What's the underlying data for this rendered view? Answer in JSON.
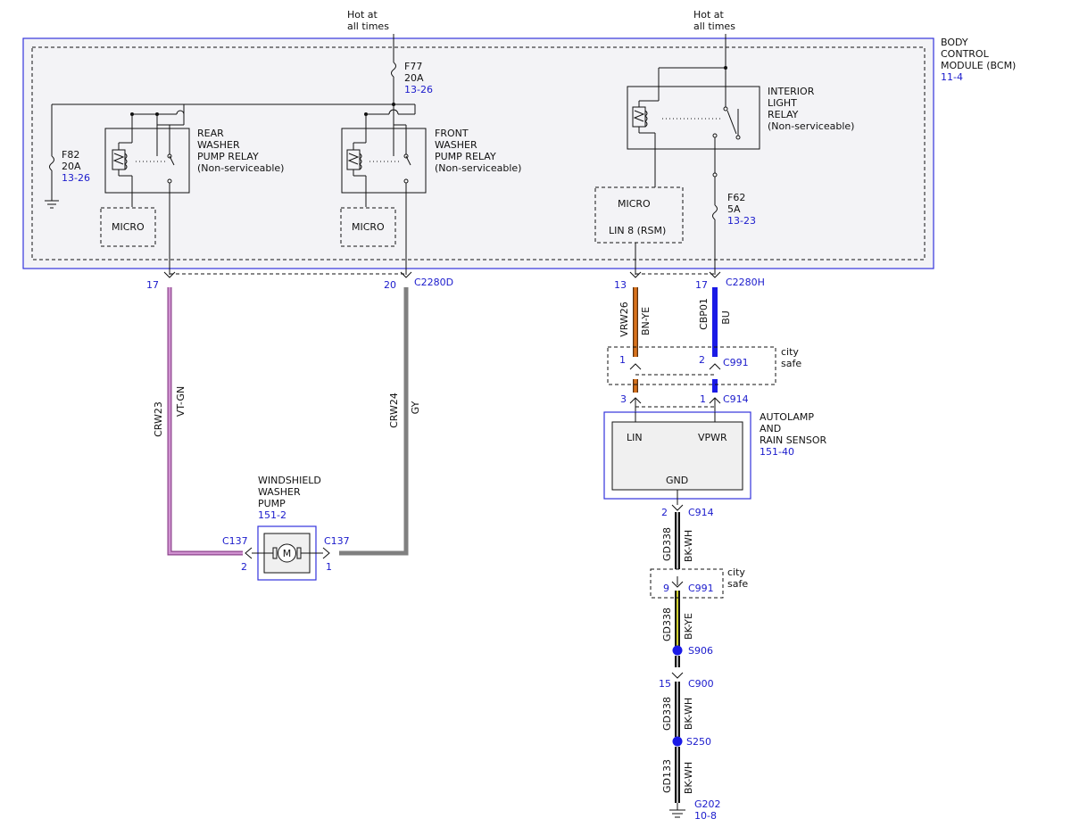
{
  "supply": {
    "left": [
      "Hot at",
      "all times"
    ],
    "right": [
      "Hot at",
      "all times"
    ]
  },
  "bcm": {
    "label": [
      "BODY",
      "CONTROL",
      "MODULE (BCM)"
    ],
    "ref": "11-4"
  },
  "fuses": {
    "f77": {
      "name": "F77",
      "rating": "20A",
      "ref": "13-26"
    },
    "f82": {
      "name": "F82",
      "rating": "20A",
      "ref": "13-26"
    },
    "f62": {
      "name": "F62",
      "rating": "5A",
      "ref": "13-23"
    }
  },
  "relays": {
    "rear": [
      "REAR",
      "WASHER",
      "PUMP RELAY",
      "(Non-serviceable)"
    ],
    "front": [
      "FRONT",
      "WASHER",
      "PUMP RELAY",
      "(Non-serviceable)"
    ],
    "interior": [
      "INTERIOR",
      "LIGHT",
      "RELAY",
      "(Non-serviceable)"
    ]
  },
  "micro": {
    "left": "MICRO",
    "mid": "MICRO",
    "right": "MICRO",
    "lin": "LIN 8 (RSM)"
  },
  "connectors": {
    "c2280d": "C2280D",
    "c2280d_pin_a": "17",
    "c2280d_pin_b": "20",
    "c2280h": "C2280H",
    "c2280h_pin_a": "13",
    "c2280h_pin_b": "17",
    "c991": "C991",
    "c991_pin_a": "1",
    "c991_pin_b": "2",
    "c991_pin_c": "9",
    "c914": "C914",
    "c914_pin_a": "3",
    "c914_pin_b": "1",
    "c914_pin_c": "2",
    "c137": "C137",
    "c137_pin_a": "2",
    "c137_pin_b": "1",
    "c900": "C900",
    "c900_pin": "15"
  },
  "city_safe": [
    "city",
    "safe"
  ],
  "wires": {
    "crw23": {
      "circuit": "CRW23",
      "color": "VT-GN"
    },
    "crw24": {
      "circuit": "CRW24",
      "color": "GY"
    },
    "vrw26": {
      "circuit": "VRW26",
      "color": "BN-YE"
    },
    "cbp01": {
      "circuit": "CBP01",
      "color": "BU"
    },
    "gd338_a": {
      "circuit": "GD338",
      "color": "BK-WH"
    },
    "gd338_b": {
      "circuit": "GD338",
      "color": "BK-YE"
    },
    "gd338_c": {
      "circuit": "GD338",
      "color": "BK-WH"
    },
    "gd133": {
      "circuit": "GD133",
      "color": "BK-WH"
    }
  },
  "pump": {
    "label": [
      "WINDSHIELD",
      "WASHER",
      "PUMP"
    ],
    "ref": "151-2",
    "symbol": "M"
  },
  "sensor": {
    "label": [
      "AUTOLAMP",
      "AND",
      "RAIN SENSOR"
    ],
    "ref": "151-40",
    "pin_lin": "LIN",
    "pin_vpwr": "VPWR",
    "pin_gnd": "GND"
  },
  "splices": {
    "s906": "S906",
    "s250": "S250"
  },
  "ground": {
    "name": "G202",
    "ref": "10-8"
  },
  "colors": {
    "vt_gn": "#c77dc7",
    "gy": "#808080",
    "bn_ye": "#d9731c",
    "bu": "#1a1ae6",
    "bk": "#111111",
    "ye": "#e6e633",
    "ref_blue": "#1a1acc",
    "bcm_border": "#3333dd"
  }
}
